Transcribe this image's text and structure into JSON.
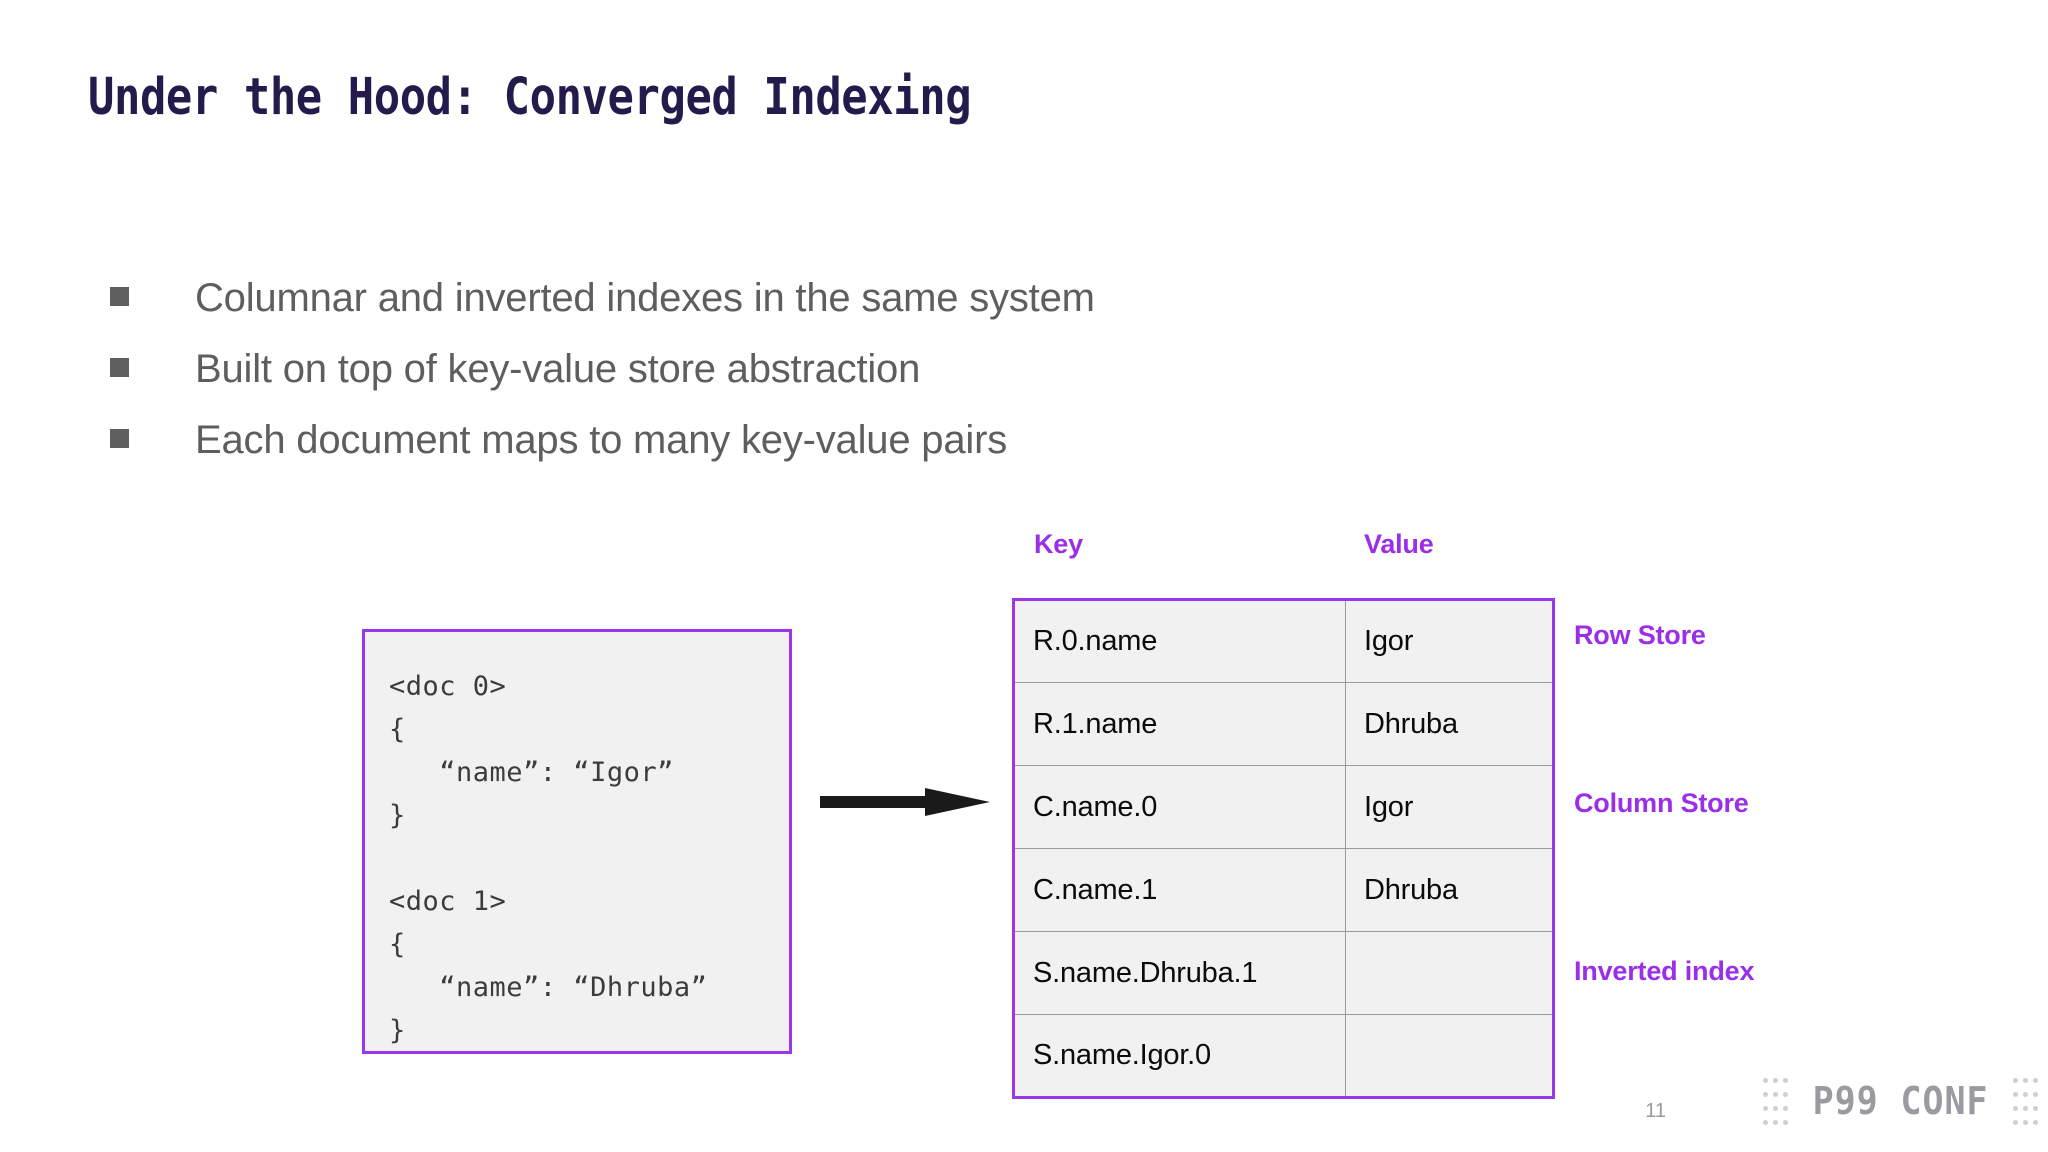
{
  "slide": {
    "title": "Under the Hood: Converged Indexing",
    "number": "11"
  },
  "bullets": [
    {
      "text": "Columnar and inverted indexes in the same system"
    },
    {
      "text": "Built on top of key-value store abstraction"
    },
    {
      "text": "Each document maps to many key-value pairs"
    }
  ],
  "code_box": {
    "lines_a": [
      "<doc 0>",
      "{",
      "   “name”: “Igor”",
      "}"
    ],
    "lines_b": [
      "<doc 1>",
      "{",
      "   “name”: “Dhruba”",
      "}"
    ]
  },
  "kv_table": {
    "headers": {
      "key": "Key",
      "value": "Value"
    },
    "rows": [
      {
        "key": "R.0.name",
        "value": "Igor"
      },
      {
        "key": "R.1.name",
        "value": "Dhruba"
      },
      {
        "key": "C.name.0",
        "value": "Igor"
      },
      {
        "key": "C.name.1",
        "value": "Dhruba"
      },
      {
        "key": "S.name.Dhruba.1",
        "value": ""
      },
      {
        "key": "S.name.Igor.0",
        "value": ""
      }
    ]
  },
  "store_labels": [
    {
      "text": "Row Store"
    },
    {
      "text": "Column Store"
    },
    {
      "text": "Inverted index"
    }
  ],
  "branding": {
    "name": "P99 CONF"
  },
  "colors": {
    "title_navy": "#241B4C",
    "accent_purple": "#9B2EE8",
    "border_purple": "#9B37E8",
    "body_gray": "#5E5E5E",
    "cell_bg": "#F1F1F2",
    "grid_gray": "#9B9B9B",
    "arrow_black": "#1A1A1A",
    "brand_gray": "#9A9AA0"
  },
  "icons": {
    "bullet": "square-bullet-icon",
    "arrow": "right-arrow-icon",
    "dots": "dot-grid-icon"
  }
}
